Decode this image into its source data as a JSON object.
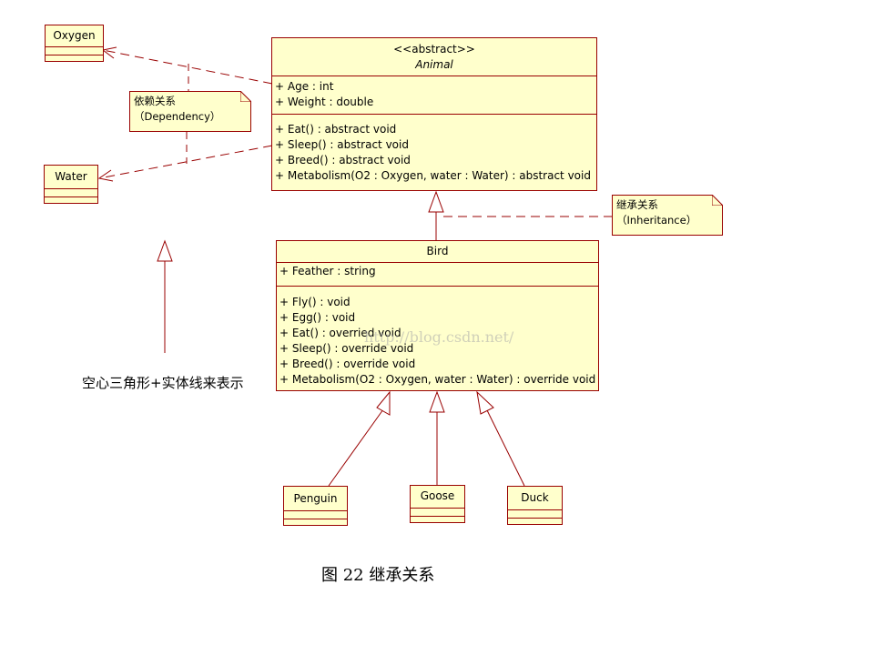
{
  "classes": {
    "oxygen": {
      "name": "Oxygen"
    },
    "water": {
      "name": "Water"
    },
    "animal": {
      "stereotype": "<<abstract>>",
      "name": "Animal",
      "attributes": [
        "+ Age : int",
        "+ Weight : double"
      ],
      "operations": [
        "+ Eat() : abstract void",
        "+ Sleep() : abstract void",
        "+ Breed() : abstract void",
        "+ Metabolism(O2 : Oxygen, water : Water) : abstract void"
      ]
    },
    "bird": {
      "name": "Bird",
      "attributes": [
        "+ Feather : string"
      ],
      "operations": [
        "+ Fly() : void",
        "+ Egg() : void",
        "+ Eat() : overried void",
        "+ Sleep() : override void",
        "+ Breed() : override void",
        "+ Metabolism(O2 : Oxygen, water : Water) : override void"
      ]
    },
    "penguin": {
      "name": "Penguin"
    },
    "goose": {
      "name": "Goose"
    },
    "duck": {
      "name": "Duck"
    }
  },
  "notes": {
    "dependency": {
      "line1": "依赖关系",
      "line2": "（Dependency）"
    },
    "inheritance": {
      "line1": "继承关系",
      "line2": "（Inheritance）"
    }
  },
  "legend": {
    "text": "空心三角形+实体线来表示"
  },
  "caption": {
    "text": "图 22  继承关系"
  },
  "watermark": {
    "text": "http://blog.csdn.net/"
  },
  "colors": {
    "fill": "#ffffcc",
    "border": "#990000",
    "line": "#990000"
  }
}
